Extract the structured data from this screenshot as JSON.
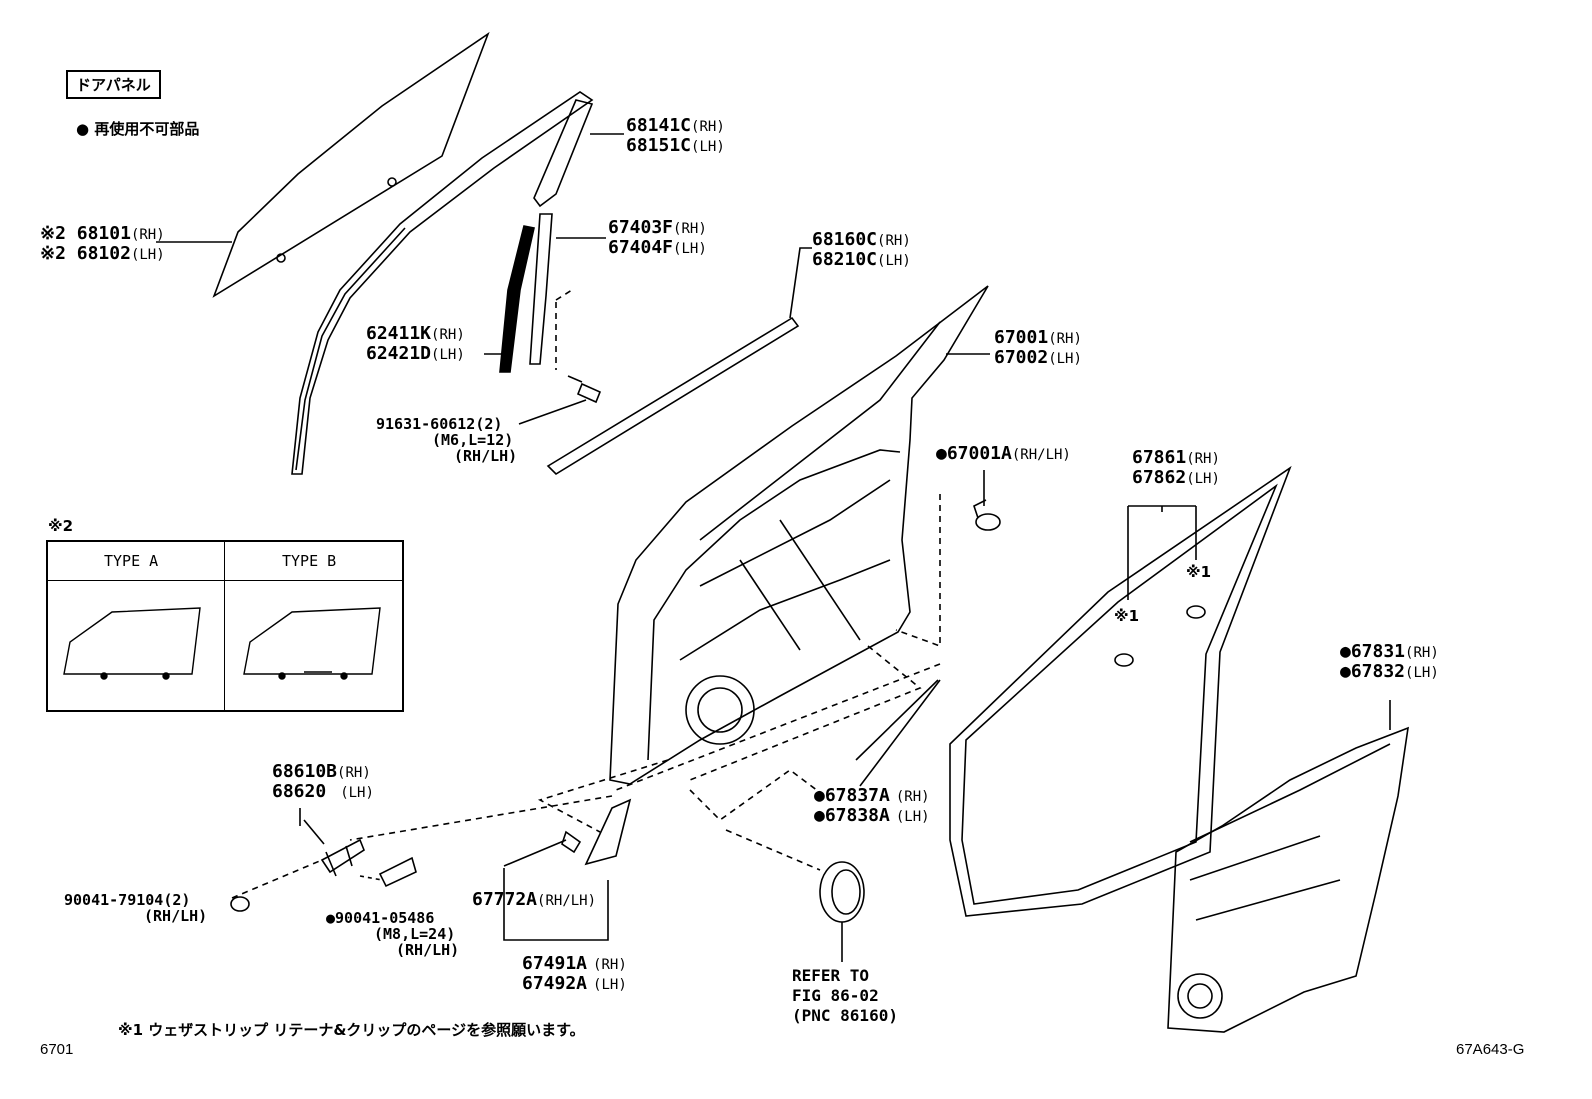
{
  "legend": {
    "title": "ドアパネル",
    "non_reusable": "再使用不可部品"
  },
  "type_table": {
    "marker": "※2",
    "col_a": "TYPE A",
    "col_b": "TYPE B"
  },
  "parts": {
    "p68141": [
      "68141C",
      "(RH)",
      "68151C",
      "(LH)"
    ],
    "p68101": [
      "※2 68101",
      "(RH)",
      "※2 68102",
      "(LH)"
    ],
    "p67403": [
      "67403F",
      "(RH)",
      "67404F",
      "(LH)"
    ],
    "p68160": [
      "68160C",
      "(RH)",
      "68210C",
      "(LH)"
    ],
    "p62411": [
      "62411K",
      "(RH)",
      "62421D",
      "(LH)"
    ],
    "p67001": [
      "67001",
      "(RH)",
      "67002",
      "(LH)"
    ],
    "p91631": [
      "91631-60612(2)",
      "(M6,L=12)",
      "(RH/LH)"
    ],
    "p67001A": [
      "●67001A",
      "(RH/LH)"
    ],
    "p67861": [
      "67861",
      "(RH)",
      "67862",
      "(LH)"
    ],
    "star1a": "※1",
    "star1b": "※1",
    "p67831": [
      "●67831",
      "(RH)",
      "●67832",
      "(LH)"
    ],
    "p68610": [
      "68610B",
      "(RH)",
      "68620",
      "(LH)"
    ],
    "p67837": [
      "●67837A",
      "(RH)",
      "●67838A",
      "(LH)"
    ],
    "p90041a": [
      "90041-79104(2)",
      "(RH/LH)"
    ],
    "p90041b": [
      "●90041-05486",
      "(M8,L=24)",
      "(RH/LH)"
    ],
    "p67772": [
      "67772A",
      "(RH/LH)"
    ],
    "p67491": [
      "67491A",
      "(RH)",
      "67492A",
      "(LH)"
    ],
    "refer": [
      "REFER TO",
      "FIG 86-02",
      "(PNC 86160)"
    ]
  },
  "footnote": "※1 ウェザストリップ リテーナ&クリップのページを参照願います。",
  "page_code": "6701",
  "figure_code": "67A643-G"
}
